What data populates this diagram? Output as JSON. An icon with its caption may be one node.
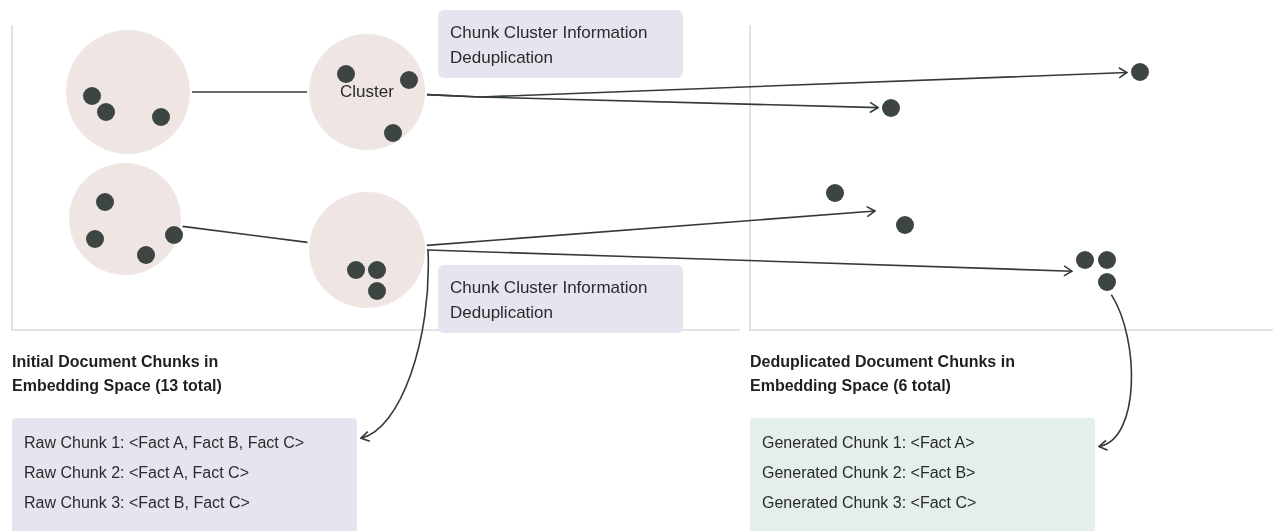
{
  "diagram": {
    "nodes": [
      {
        "text": [],
        "shape": "circle"
      },
      {
        "text": [
          "Cluster"
        ]
      },
      {
        "text": [],
        "shape": "circle"
      },
      {
        "text": [],
        "shape": "circle"
      },
      {
        "text": [
          "Chunk Cluster Information Deduplication"
        ]
      },
      {
        "text": [
          "Chunk Cluster Information Deduplication"
        ]
      },
      {
        "text": [],
        "shape": "circle"
      },
      {
        "text": [],
        "shape": "circle"
      },
      {
        "text": [],
        "shape": "circle"
      },
      {
        "text": [
          "Initial Document Chunks in Embedding Space (13 total)",
          "Raw Chunk 1: <Fact A, Fact B, Fact C>",
          "Raw Chunk 2: <Fact A, Fact C>",
          "Raw Chunk 3: <Fact B, Fact C>"
        ]
      },
      {
        "text": [
          "Deduplicated Document Chunks in Embedding Space (6 total)",
          "Generated Chunk 1: <Fact A>",
          "Generated Chunk 2: <Fact B>",
          "Generated Chunk 3: <Fact C>"
        ]
      }
    ],
    "edges": [
      {
        "from": 0,
        "to": 1,
        "arrow": "none"
      },
      {
        "from": 1,
        "to": 6,
        "arrow": "to"
      },
      {
        "from": 1,
        "to": 7,
        "arrow": "to"
      },
      {
        "from": 2,
        "to": 3,
        "arrow": "none"
      },
      {
        "from": 3,
        "to": null,
        "arrow": "to"
      },
      {
        "from": 3,
        "to": 8,
        "arrow": "to"
      },
      {
        "from": 3,
        "to": 9,
        "arrow": "to"
      },
      {
        "from": 8,
        "to": 10,
        "arrow": "to"
      }
    ]
  }
}
